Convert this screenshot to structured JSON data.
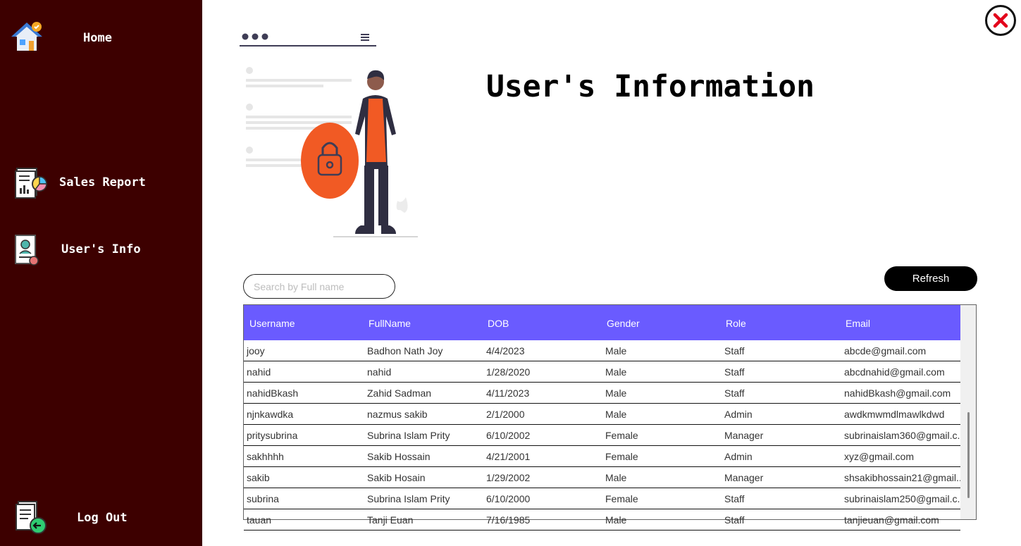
{
  "sidebar": {
    "items": [
      {
        "label": "Home",
        "icon": "home-icon"
      },
      {
        "label": "Sales Report",
        "icon": "report-icon"
      },
      {
        "label": "User's Info",
        "icon": "user-card-icon"
      },
      {
        "label": "Log Out",
        "icon": "logout-icon"
      }
    ]
  },
  "header": {
    "title": "User's Information"
  },
  "search": {
    "placeholder": "Search by Full name",
    "value": ""
  },
  "toolbar": {
    "refresh_label": "Refresh"
  },
  "table": {
    "columns": [
      "Username",
      "FullName",
      "DOB",
      "Gender",
      "Role",
      "Email"
    ],
    "rows": [
      [
        "jooy",
        "Badhon Nath Joy",
        "4/4/2023",
        "Male",
        "Staff",
        "abcde@gmail.com"
      ],
      [
        "nahid",
        "nahid",
        "1/28/2020",
        "Male",
        "Staff",
        "abcdnahid@gmail.com"
      ],
      [
        "nahidBkash",
        "Zahid Sadman",
        "4/11/2023",
        "Male",
        "Staff",
        "nahidBkash@gmail.com"
      ],
      [
        "njnkawdka",
        "nazmus sakib",
        "2/1/2000",
        "Male",
        "Admin",
        "awdkmwmdlmawlkdwd"
      ],
      [
        "pritysubrina",
        "Subrina Islam Prity",
        "6/10/2002",
        "Female",
        "Manager",
        "subrinaislam360@gmail.c..."
      ],
      [
        "sakhhhh",
        "Sakib Hossain",
        "4/21/2001",
        "Female",
        "Admin",
        "xyz@gmail.com"
      ],
      [
        "sakib",
        "Sakib Hosain",
        "1/29/2002",
        "Male",
        "Manager",
        "shsakibhossain21@gmail..."
      ],
      [
        "subrina",
        "Subrina Islam Prity",
        "6/10/2000",
        "Female",
        "Staff",
        "subrinaislam250@gmail.c..."
      ],
      [
        "tauan",
        "Tanji Euan",
        "7/16/1985",
        "Male",
        "Staff",
        "tanjieuan@gmail.com"
      ]
    ]
  },
  "colors": {
    "sidebar_bg": "#3d0000",
    "header_bg": "#6a5bff",
    "accent": "#f15a24",
    "close_red": "#e3001b"
  }
}
